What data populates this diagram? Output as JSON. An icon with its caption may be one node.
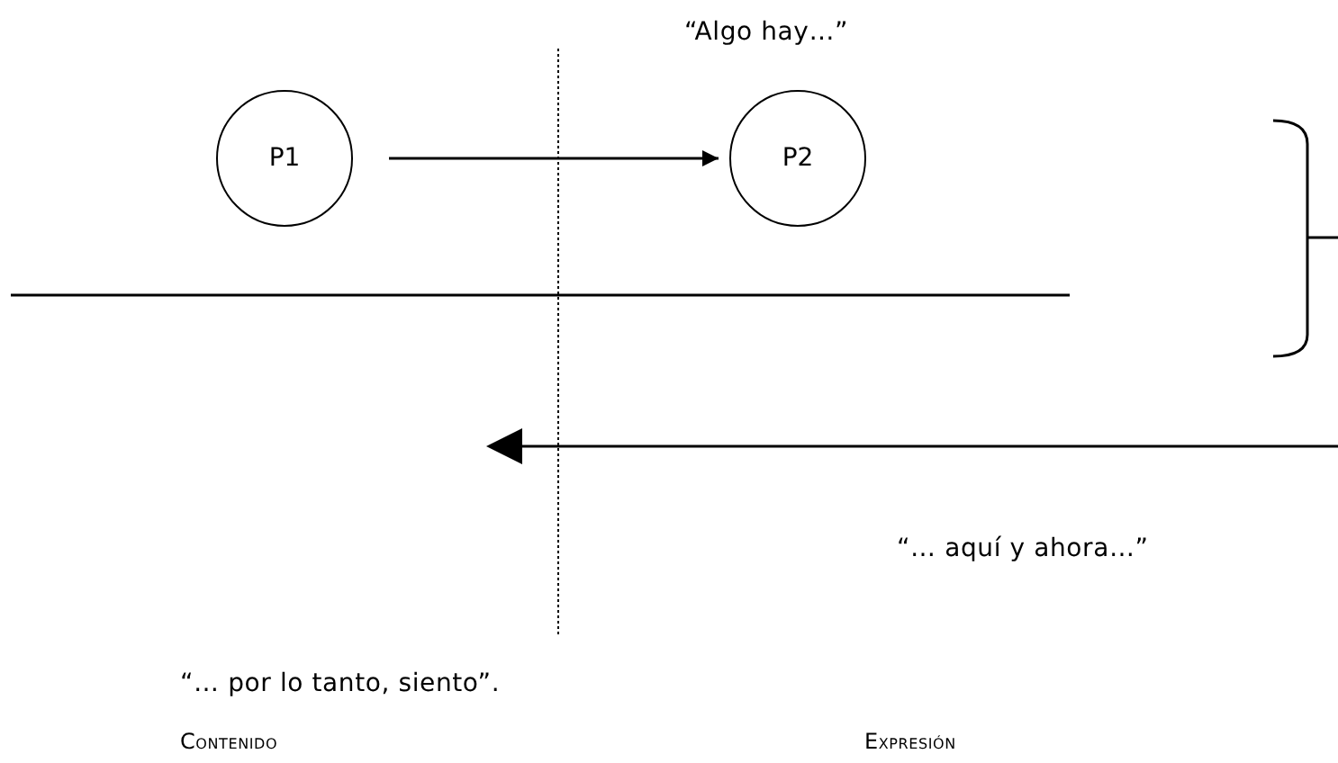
{
  "diagram": {
    "nodes": [
      {
        "text": [
          "P1"
        ]
      },
      {
        "text": [
          "P2"
        ]
      }
    ],
    "edges": [
      {
        "from": 0,
        "to": 1,
        "arrow": "to"
      }
    ],
    "labels": [
      "“Algo hay…”",
      "“… aquí y ahora…”",
      "“… por lo tanto, siento”.",
      "Contenido",
      "Expresión"
    ]
  }
}
